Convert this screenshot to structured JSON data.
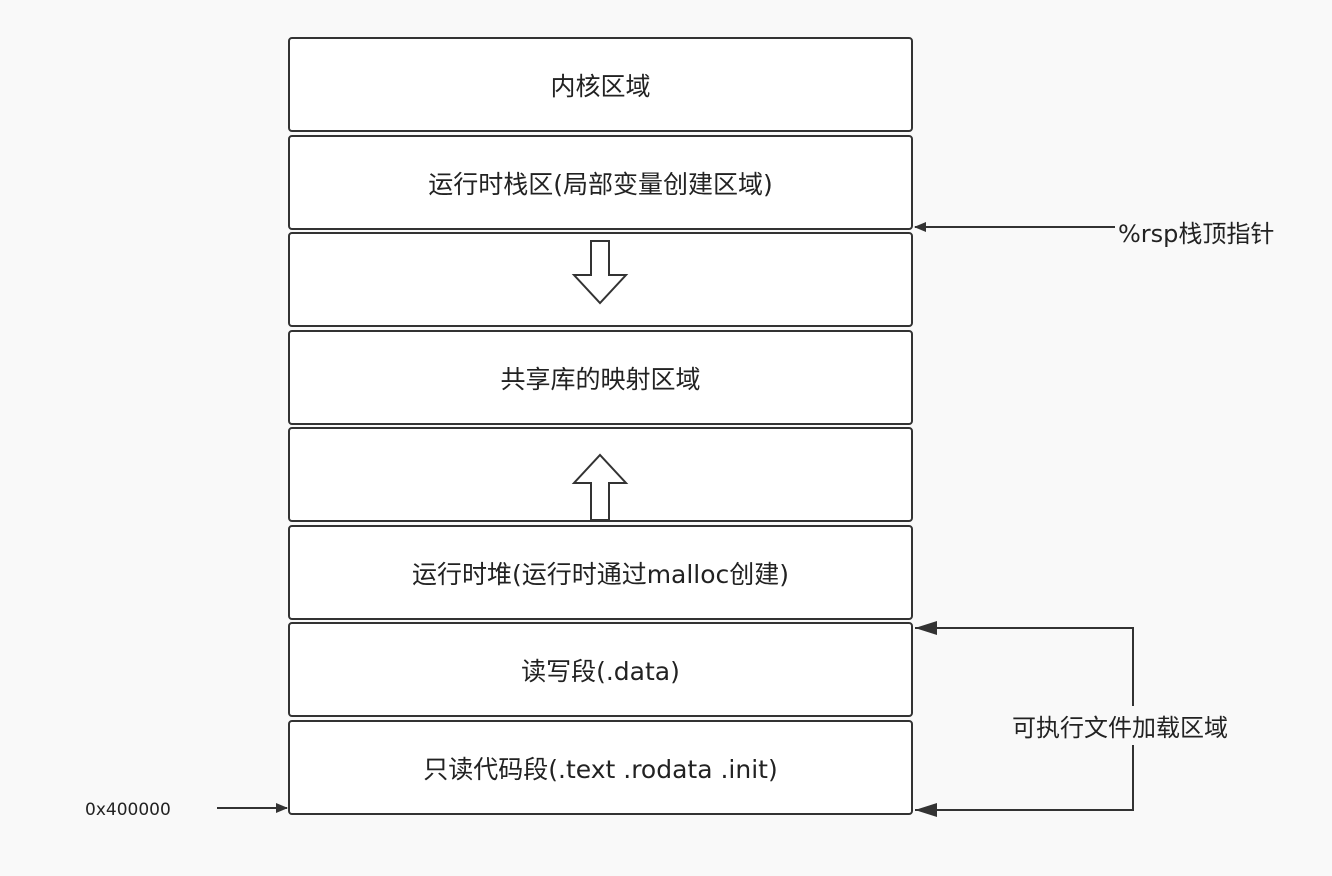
{
  "memory_layout": {
    "regions": [
      {
        "label": "内核区域"
      },
      {
        "label": "运行时栈区(局部变量创建区域)"
      },
      {
        "label": ""
      },
      {
        "label": "共享库的映射区域"
      },
      {
        "label": ""
      },
      {
        "label": "运行时堆(运行时通过malloc创建)"
      },
      {
        "label": "读写段(.data)"
      },
      {
        "label": "只读代码段(.text .rodata .init)"
      }
    ],
    "growth_arrows": {
      "stack": "down-arrow-icon",
      "heap": "up-arrow-icon"
    }
  },
  "annotations": {
    "stack_pointer": "%rsp栈顶指针",
    "executable_region": "可执行文件加载区域",
    "start_address": "0x400000"
  },
  "colors": {
    "background": "#f9f9f9",
    "block_fill": "#ffffff",
    "stroke": "#333333",
    "text": "#222222"
  }
}
